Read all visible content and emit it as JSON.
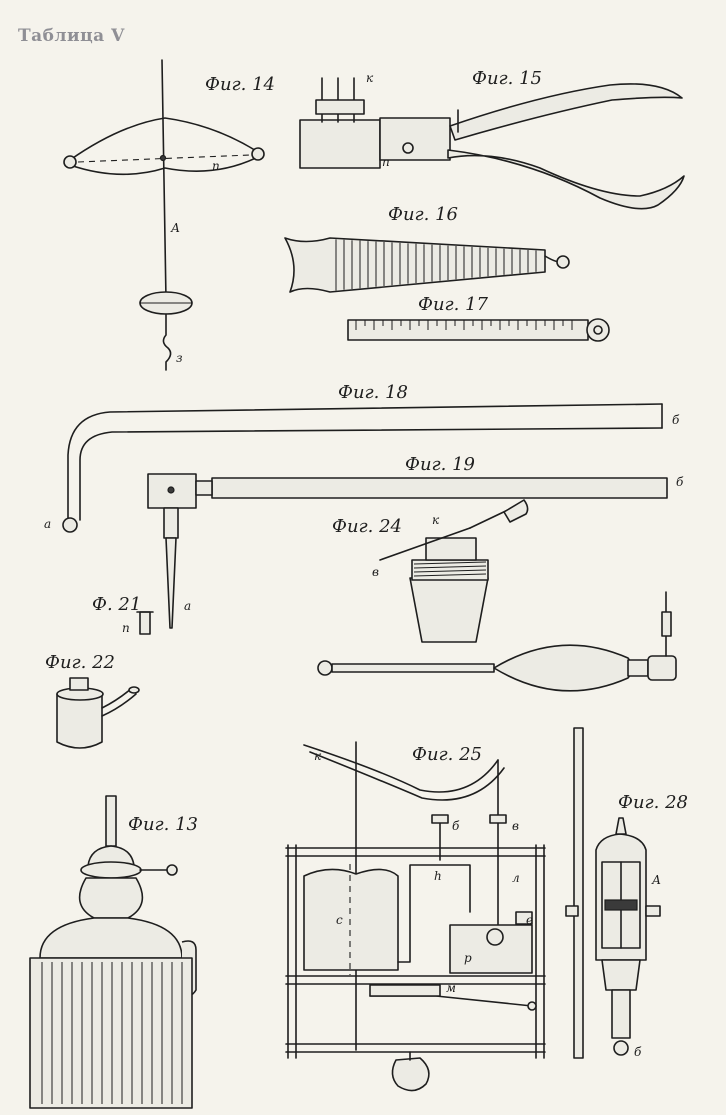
{
  "plate": {
    "title": "Таблица V"
  },
  "figures": {
    "f13": "Фиг. 13",
    "f14": "Фиг. 14",
    "f15": "Фиг. 15",
    "f16": "Фиг. 16",
    "f17": "Фиг. 17",
    "f18": "Фиг. 18",
    "f19": "Фиг. 19",
    "f21": "Ф. 21",
    "f22": "Фиг. 22",
    "f24": "Фиг. 24",
    "f25": "Фиг. 25",
    "f28": "Фиг. 28"
  },
  "letters": {
    "f14_n": "п",
    "f14_a": "А",
    "f14_z": "з",
    "f15_k": "к",
    "f15_n": "п",
    "f18_a": "а",
    "f18_b": "б",
    "f19_b": "б",
    "f19_a": "а",
    "f21_n": "п",
    "f24_k": "к",
    "f24_v": "в",
    "f25_k": "к",
    "f25_b": "б",
    "f25_v": "в",
    "f25_l": "л",
    "f25_h": "h",
    "f25_e": "е",
    "f25_p": "р",
    "f25_c": "с",
    "f25_m": "м",
    "f28_A": "А",
    "f28_b": "б"
  }
}
